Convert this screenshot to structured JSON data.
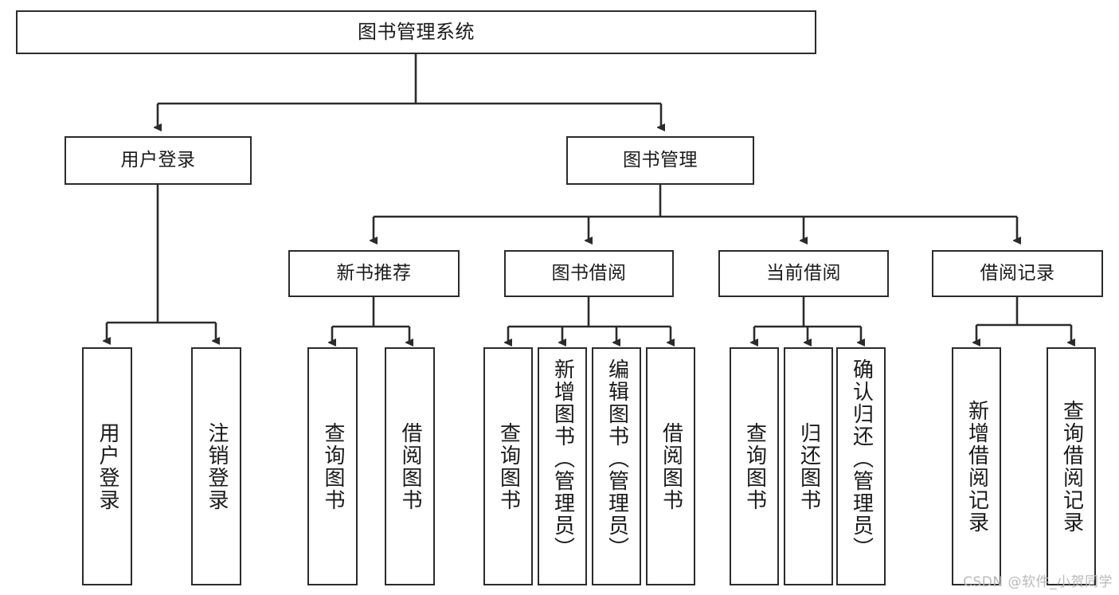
{
  "diagram": {
    "title": "图书管理系统",
    "type": "功能结构图",
    "watermark": "CSDN @软件_小贺同学",
    "line_color": "#2b2b2b",
    "box_fill": "#ffffff",
    "text_color": "#1a1a1a",
    "nodes": {
      "root": "图书管理系统",
      "level1": [
        "用户登录",
        "图书管理"
      ],
      "level2": [
        "新书推荐",
        "图书借阅",
        "当前借阅",
        "借阅记录"
      ],
      "leaves": {
        "user_login": [
          "用户登录",
          "注销登录"
        ],
        "new_book_recommend": [
          "查询图书",
          "借阅图书"
        ],
        "book_borrow": [
          "查询图书",
          "新增图书（管理员）",
          "编辑图书（管理员）",
          "借阅图书"
        ],
        "current_borrow": [
          "查询图书",
          "归还图书",
          "确认归还（管理员）"
        ],
        "borrow_record": [
          "新增借阅记录",
          "查询借阅记录"
        ]
      }
    }
  }
}
